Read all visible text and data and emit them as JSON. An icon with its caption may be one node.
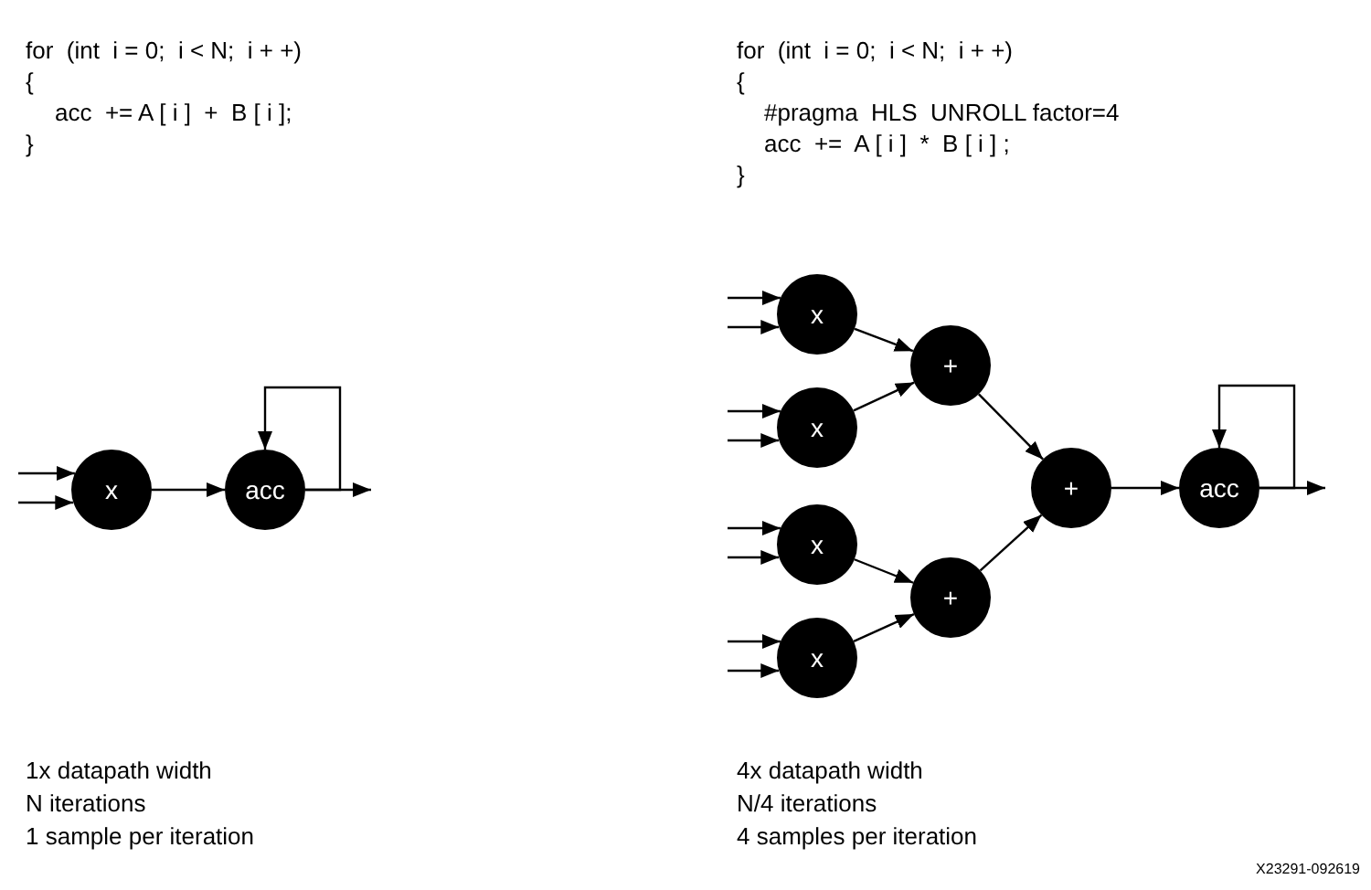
{
  "diagram": {
    "nodes": [
      {
        "text": [
          "x"
        ]
      },
      {
        "text": [
          "acc"
        ]
      },
      {
        "text": [
          "x"
        ]
      },
      {
        "text": [
          "x"
        ]
      },
      {
        "text": [
          "x"
        ]
      },
      {
        "text": [
          "x"
        ]
      },
      {
        "text": [
          "+"
        ]
      },
      {
        "text": [
          "+"
        ]
      },
      {
        "text": [
          "+"
        ]
      },
      {
        "text": [
          "acc"
        ]
      }
    ],
    "edges": [
      {
        "from": null,
        "to": 0,
        "arrow": "to"
      },
      {
        "from": null,
        "to": 0,
        "arrow": "to"
      },
      {
        "from": 0,
        "to": 1,
        "arrow": "to"
      },
      {
        "from": 1,
        "to": 1,
        "arrow": "to"
      },
      {
        "from": 1,
        "to": null,
        "arrow": "to"
      },
      {
        "from": null,
        "to": 2,
        "arrow": "to"
      },
      {
        "from": null,
        "to": 2,
        "arrow": "to"
      },
      {
        "from": null,
        "to": 3,
        "arrow": "to"
      },
      {
        "from": null,
        "to": 3,
        "arrow": "to"
      },
      {
        "from": null,
        "to": 4,
        "arrow": "to"
      },
      {
        "from": null,
        "to": 4,
        "arrow": "to"
      },
      {
        "from": null,
        "to": 5,
        "arrow": "to"
      },
      {
        "from": null,
        "to": 5,
        "arrow": "to"
      },
      {
        "from": 2,
        "to": 6,
        "arrow": "to"
      },
      {
        "from": 3,
        "to": 6,
        "arrow": "to"
      },
      {
        "from": 4,
        "to": 7,
        "arrow": "to"
      },
      {
        "from": 5,
        "to": 7,
        "arrow": "to"
      },
      {
        "from": 6,
        "to": 8,
        "arrow": "to"
      },
      {
        "from": 7,
        "to": 8,
        "arrow": "to"
      },
      {
        "from": 8,
        "to": 9,
        "arrow": "to"
      },
      {
        "from": 9,
        "to": 9,
        "arrow": "to"
      },
      {
        "from": 9,
        "to": null,
        "arrow": "to"
      }
    ],
    "labels": [
      "for  (int  i = 0;  i < N;  i + +)",
      "{",
      "acc  += A [ i ]  +  B [ i ];",
      "}",
      "for  (int  i = 0;  i < N;  i + +)",
      "{",
      "#pragma  HLS  UNROLL factor=4",
      "acc  +=  A [ i ]  *  B [ i ] ;",
      "}",
      "1x datapath width",
      "N iterations",
      "1 sample per iteration",
      "4x datapath width",
      "N/4 iterations",
      "4 samples per iteration",
      "X23291-092619"
    ]
  }
}
